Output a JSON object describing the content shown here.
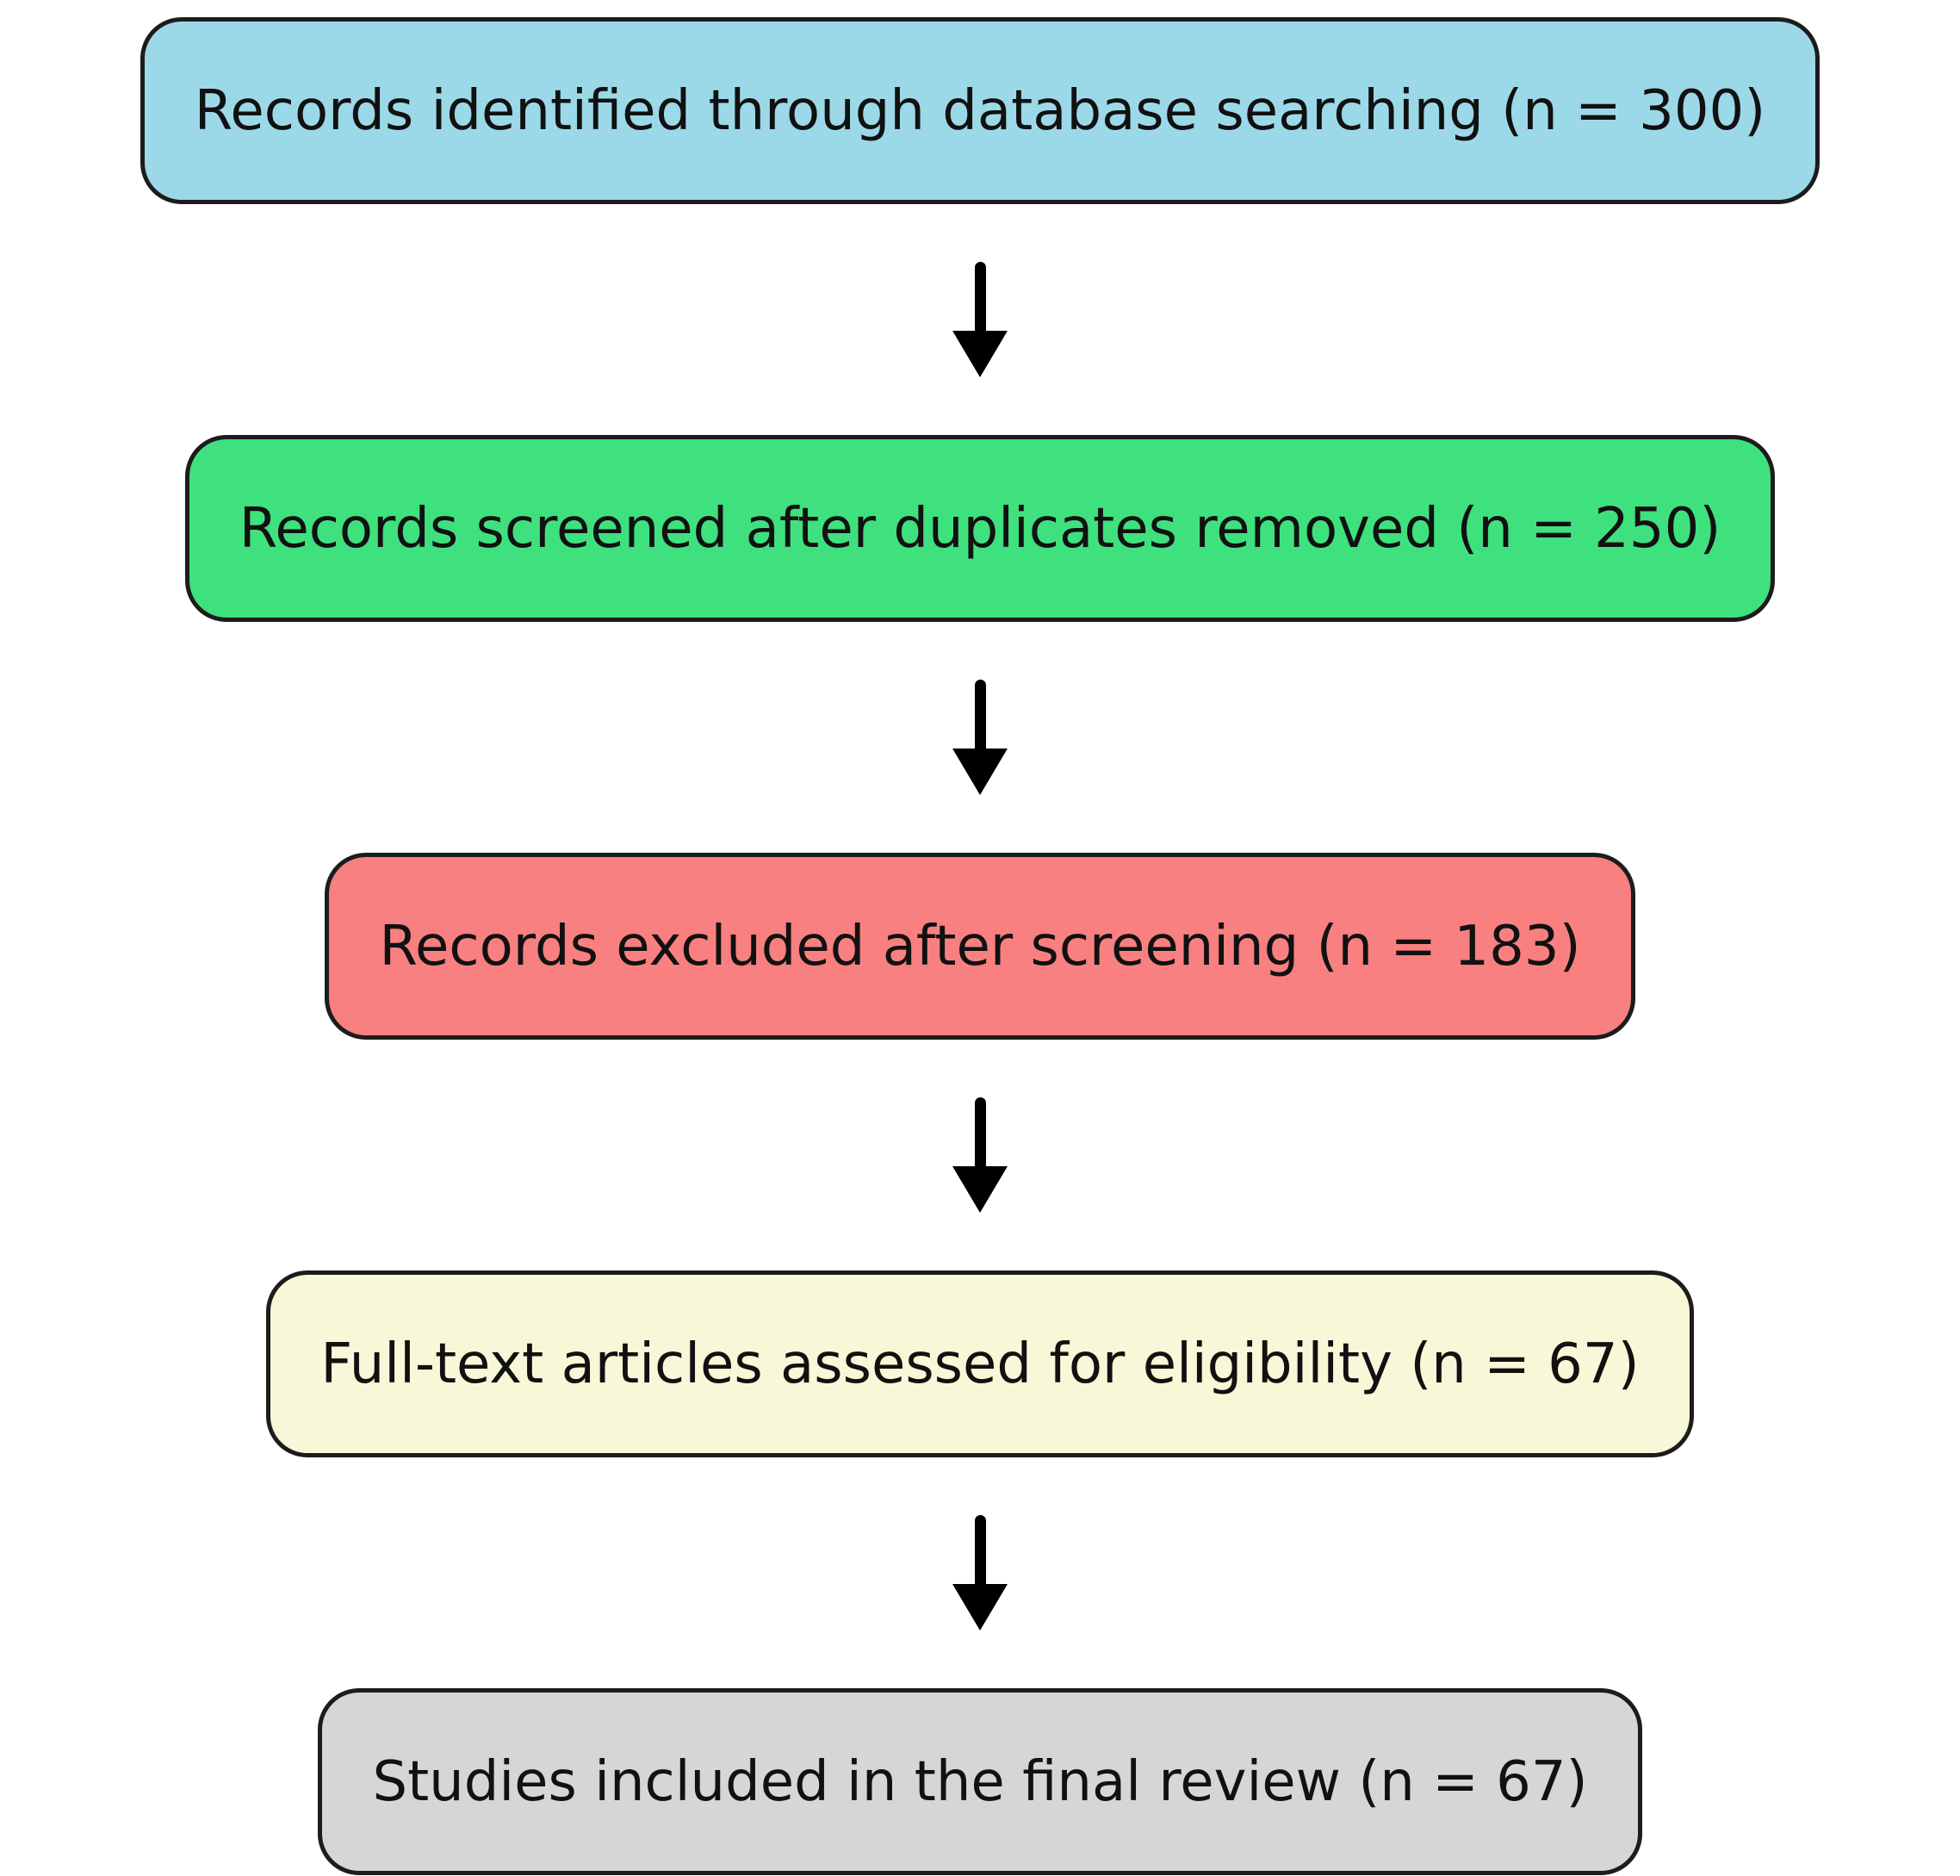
{
  "flowchart": {
    "steps": [
      {
        "id": "identification",
        "label": "Records identified through database searching (n = 300)",
        "n": 300,
        "fill": "#9cd9e8"
      },
      {
        "id": "screening",
        "label": "Records screened after duplicates removed (n = 250)",
        "n": 250,
        "fill": "#3fe17e"
      },
      {
        "id": "excluded",
        "label": "Records excluded after screening (n = 183)",
        "n": 183,
        "fill": "#f88080"
      },
      {
        "id": "eligibility",
        "label": "Full-text articles assessed for eligibility (n = 67)",
        "n": 67,
        "fill": "#f8f8d8"
      },
      {
        "id": "included",
        "label": "Studies included in the final review (n = 67)",
        "n": 67,
        "fill": "#d6d6d6"
      }
    ],
    "connector": {
      "shape": "arrow-down",
      "color": "#000000"
    },
    "border_color": "#1c1c1c",
    "background": "#ffffff"
  }
}
